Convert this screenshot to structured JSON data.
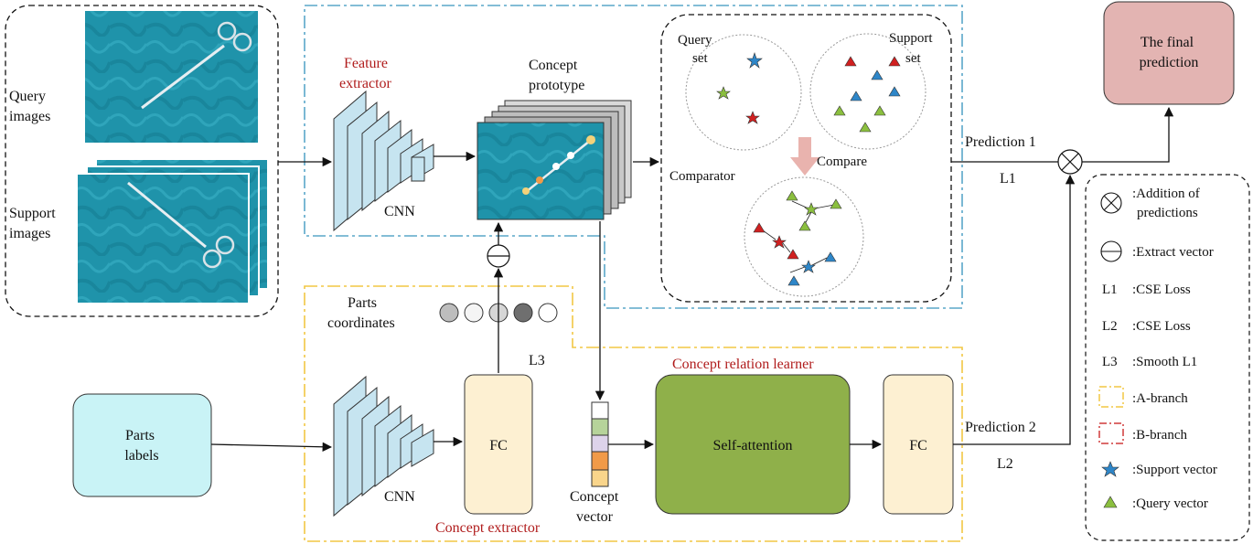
{
  "labels": {
    "query_images": [
      "Query",
      "images"
    ],
    "support_images": [
      "Support",
      "images"
    ],
    "feature_extractor": [
      "Feature",
      "extractor"
    ],
    "cnn_top": "CNN",
    "cnn_bottom": "CNN",
    "concept_prototype": [
      "Concept",
      "prototype"
    ],
    "query_set": [
      "Query",
      "set"
    ],
    "support_set": [
      "Support",
      "set"
    ],
    "comparator": "Comparator",
    "compare": "Compare",
    "prediction1": "Prediction 1",
    "prediction2": "Prediction 2",
    "l1": "L1",
    "l2": "L2",
    "l3": "L3",
    "final_prediction": [
      "The final",
      "prediction"
    ],
    "parts_coordinates": [
      "Parts",
      "coordinates"
    ],
    "parts_labels": [
      "Parts",
      "labels"
    ],
    "fc_extractor": "FC",
    "fc_relation": "FC",
    "concept_extractor": "Concept extractor",
    "concept_relation_learner": "Concept relation learner",
    "self_attention": "Self-attention",
    "concept_vector": [
      "Concept",
      "vector"
    ]
  },
  "legend": {
    "items": [
      {
        "symbol": "⊗",
        "text": [
          ":Addition of",
          "predictions"
        ]
      },
      {
        "symbol": "⊖",
        "text": [
          ":Extract vector"
        ]
      },
      {
        "symbol": "L1",
        "text": [
          ":CSE Loss"
        ]
      },
      {
        "symbol": "L2",
        "text": [
          ":CSE Loss"
        ]
      },
      {
        "symbol": "L3",
        "text": [
          ":Smooth L1"
        ]
      },
      {
        "symbol": "yellow-dash",
        "text": [
          ":A-branch"
        ]
      },
      {
        "symbol": "red-dash",
        "text": [
          ":B-branch"
        ]
      },
      {
        "symbol": "star",
        "text": [
          ":Support vector"
        ]
      },
      {
        "symbol": "triangle",
        "text": [
          ":Query vector"
        ]
      }
    ]
  },
  "colors": {
    "a_branch": "#f2c744",
    "b_branch": "#d03a3a",
    "blue_frame": "#5aa7c9",
    "cnn_fill": "#c6e4f0",
    "cnn_stroke": "#333333",
    "fc_fill": "#fdf0d2",
    "self_attention_fill": "#8fb04a",
    "final_fill": "#e3b4b2",
    "parts_labels_fill": "#c9f3f6",
    "image_fill": "#1e90a8",
    "highlight_red": "#b01c1c",
    "vector_cells": [
      "#ffffff",
      "#b6d39a",
      "#ddd3ea",
      "#f19a48",
      "#f9d58b"
    ]
  },
  "icons": {
    "addition": "circle-times-icon",
    "extract": "circle-minus-icon",
    "arrow": "pink-down-arrow-icon"
  }
}
